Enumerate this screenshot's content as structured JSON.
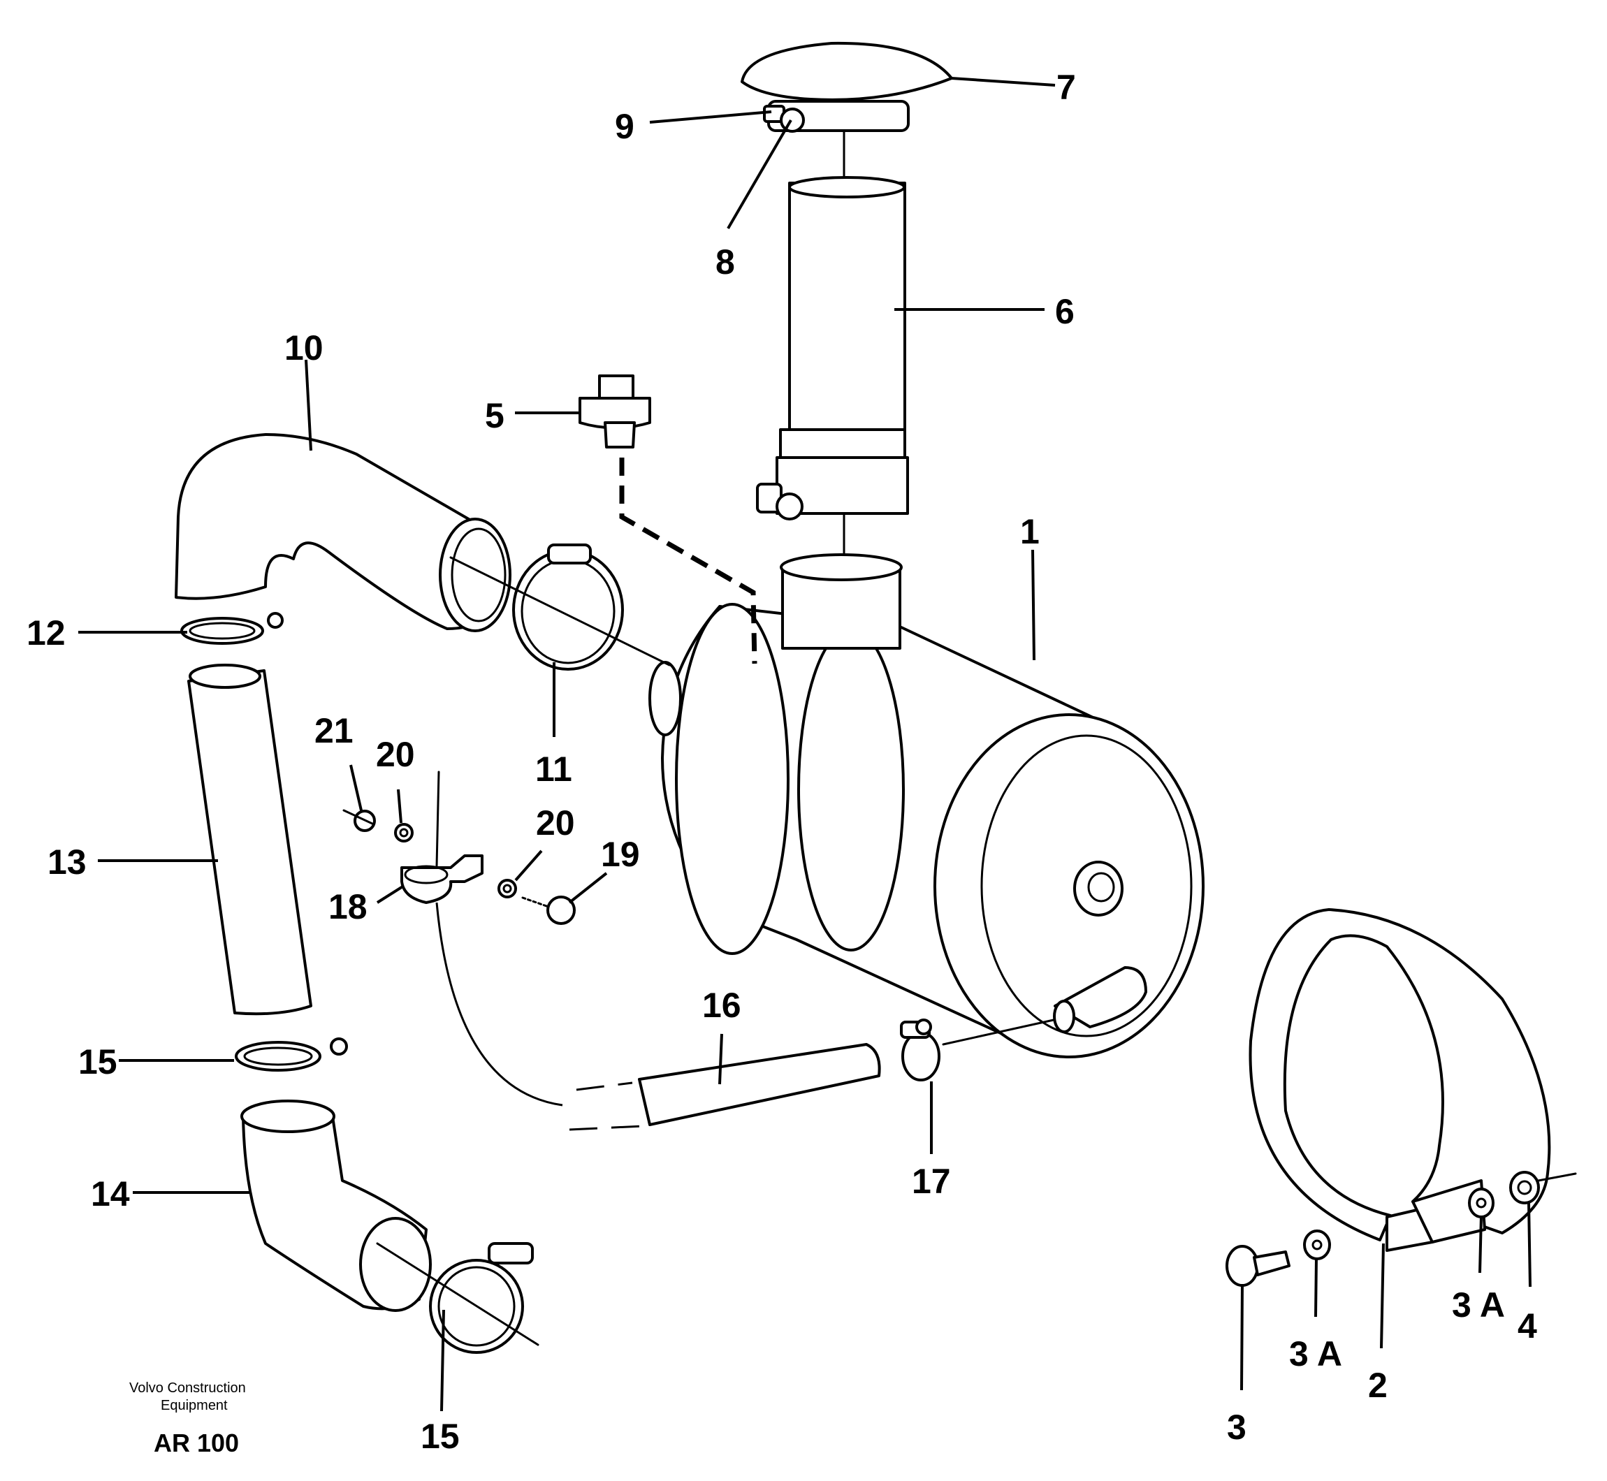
{
  "labels": {
    "l1": "1",
    "l2": "2",
    "l3": "3",
    "l3a_left": "3 A",
    "l3a_right": "3 A",
    "l4": "4",
    "l5": "5",
    "l6": "6",
    "l7": "7",
    "l8": "8",
    "l9": "9",
    "l10": "10",
    "l11": "11",
    "l12": "12",
    "l13": "13",
    "l14": "14",
    "l15_top": "15",
    "l15_bottom": "15",
    "l16": "16",
    "l17": "17",
    "l18": "18",
    "l19": "19",
    "l20_upper": "20",
    "l20_lower": "20",
    "l21": "21"
  },
  "footer": {
    "company_line1": "Volvo Construction",
    "company_line2": "Equipment",
    "code": "AR 100"
  },
  "colors": {
    "ink": "#000000",
    "paper": "#ffffff"
  }
}
